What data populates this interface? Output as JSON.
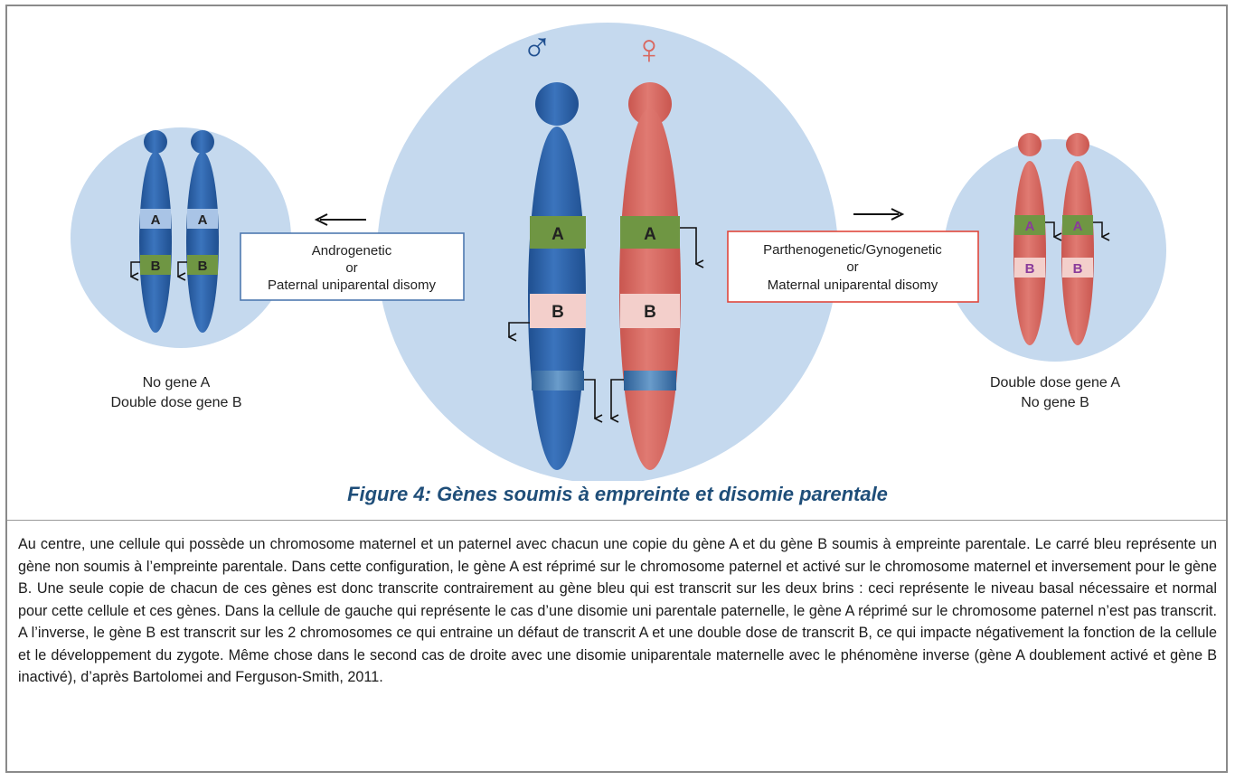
{
  "figure": {
    "male_symbol": "♂",
    "female_symbol": "♀",
    "gene_a": "A",
    "gene_b": "B",
    "left_box": {
      "line1": "Androgenetic",
      "line2": "or",
      "line3": "Paternal uniparental disomy"
    },
    "right_box": {
      "line1": "Parthenogenetic/Gynogenetic",
      "line2": "or",
      "line3": "Maternal uniparental disomy"
    },
    "left_result": {
      "line1": "No gene A",
      "line2": "Double dose gene B"
    },
    "right_result": {
      "line1": "Double dose gene A",
      "line2": "No gene B"
    },
    "colors": {
      "cell": "#c5d9ee",
      "paternal": "#2f63a8",
      "maternal": "#d9675f",
      "gene_a_active": "#6f9643",
      "gene_a_repressed_paternal": "#a9c4e6",
      "gene_b_repressed": "#f3cfcb",
      "gene_b_active": "#6f9643",
      "non_imprinted": "#4a7fb4",
      "left_box_border": "#4f79b0",
      "right_box_border": "#e0473c"
    }
  },
  "caption": "Figure 4: Gènes soumis à empreinte et disomie parentale",
  "description": "Au centre, une cellule qui possède un chromosome maternel et un paternel avec chacun une copie du gène A et du gène B soumis à empreinte parentale. Le carré bleu représente un gène non soumis à l’empreinte parentale. Dans cette configuration, le gène A est réprimé sur le chromosome paternel et activé sur le chromosome maternel et inversement pour le gène B. Une seule copie de chacun de ces gènes est donc transcrite contrairement au gène bleu qui est transcrit sur les deux brins : ceci représente le niveau basal nécessaire et normal pour cette cellule et ces gènes. Dans la cellule de gauche qui représente le cas d’une disomie uni parentale paternelle, le gène A réprimé sur le chromosome paternel n’est pas transcrit. A l’inverse, le gène B est transcrit sur les 2 chromosomes ce qui entraine un défaut de transcrit A et une double dose de transcrit B, ce qui impacte négativement la fonction de la cellule et le développement du zygote. Même chose dans le second cas de droite avec une disomie uniparentale maternelle avec le phénomène inverse (gène A doublement activé et gène B inactivé), d’après Bartolomei and Ferguson-Smith, 2011."
}
